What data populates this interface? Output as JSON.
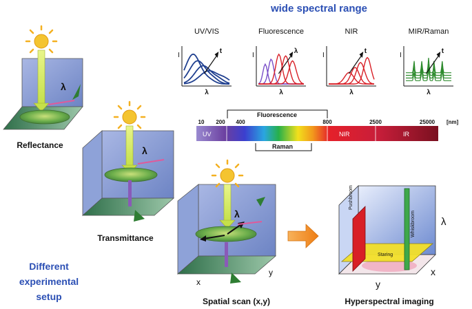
{
  "header": {
    "title": "wide spectral range"
  },
  "setups": {
    "title_lines": [
      "Different",
      "experimental",
      "setup"
    ],
    "reflectance": "Reflectance",
    "transmittance": "Transmittance",
    "spatial_scan": "Spatial scan (x,y)",
    "hyperspectral": "Hyperspectral imaging",
    "lambda": "λ",
    "x": "x",
    "y": "y"
  },
  "mini_plots": [
    {
      "title": "UV/VIS",
      "ylabel": "I",
      "xlabel": "λ",
      "arrow": "t",
      "color": "#1f3f8f"
    },
    {
      "title": "Fluorescence",
      "ylabel": "I",
      "xlabel": "λ",
      "arrow": "λ",
      "color": "#d81f26"
    },
    {
      "title": "NIR",
      "ylabel": "I",
      "xlabel": "λ",
      "arrow": "t",
      "color": "#d81f26"
    },
    {
      "title": "MIR/Raman",
      "ylabel": "I",
      "xlabel": "λ",
      "arrow": "t",
      "color": "#2e8b2e"
    }
  ],
  "spectrum": {
    "ticks": [
      "10",
      "200",
      "400",
      "800",
      "2500",
      "25000",
      "[nm]"
    ],
    "regions": [
      "UV",
      "NIR",
      "IR"
    ],
    "fluorescence": "Fluorescence",
    "raman": "Raman"
  },
  "hyper": {
    "pushbroom": "Pushbroom",
    "whiskbroom": "Whiskbroom",
    "staring": "Staring"
  }
}
